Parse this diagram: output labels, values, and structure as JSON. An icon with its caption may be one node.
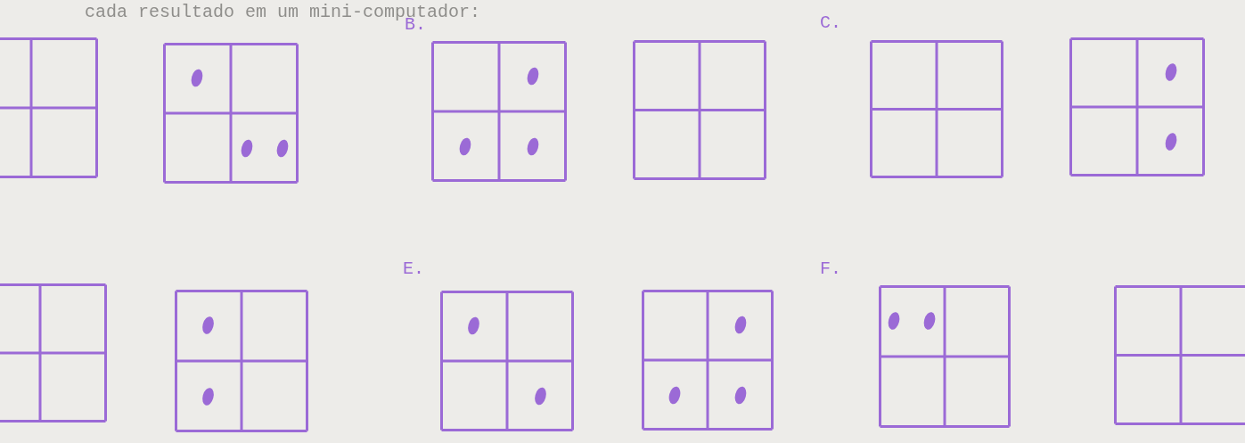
{
  "diagram": {
    "labels": [
      "cada resultado em um mini-computador:",
      "B.",
      "C.",
      "E.",
      "F."
    ]
  }
}
